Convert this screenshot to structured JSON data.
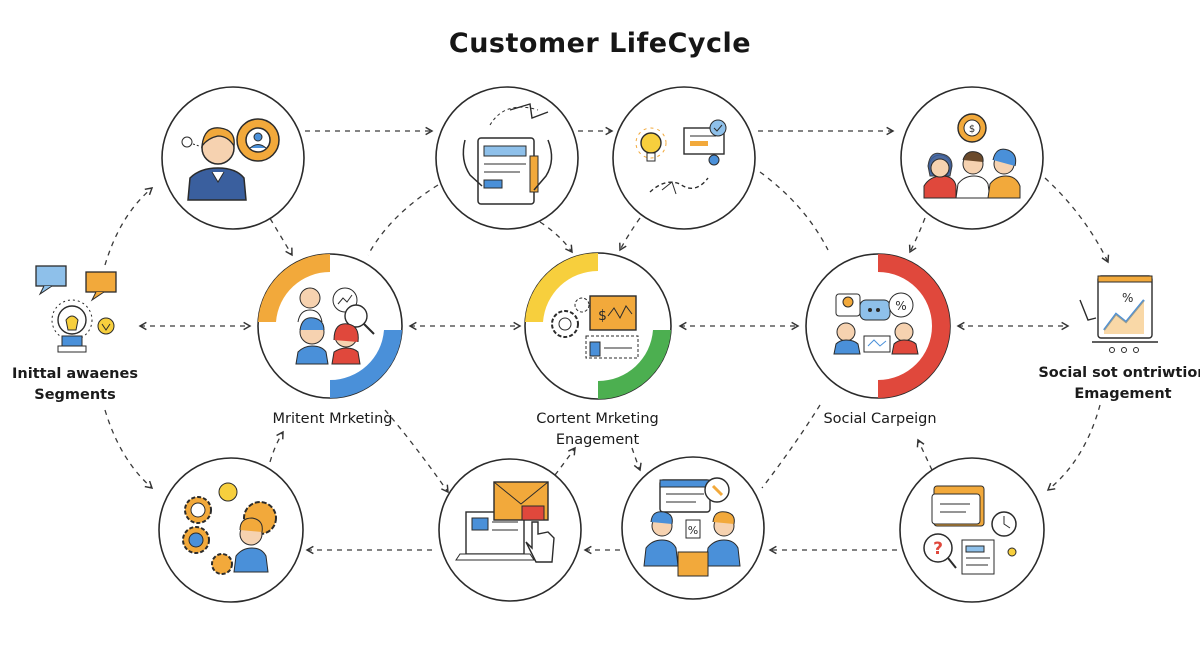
{
  "title": "Customer LifeCycle",
  "labels": {
    "initial": [
      "Inittal awaenes",
      "Segments"
    ],
    "social_right": [
      "Social sot ontriwtion",
      "Emagement"
    ],
    "center_left": [
      "Mritent Mrketing"
    ],
    "center_mid": [
      "Cortent Mrketing",
      "Enagement"
    ],
    "center_right": [
      "Social Carpeign"
    ]
  },
  "colors": {
    "stroke": "#2b2b2b",
    "orange": "#f2a93b",
    "yellow": "#f7cf3d",
    "blue": "#4a90d9",
    "green": "#4caf50",
    "red": "#e0483c",
    "skin": "#f6d2b0",
    "navy": "#3a5f9e",
    "hair": "#6b4a2b"
  },
  "icons": {
    "top_1": "user-gear-icon",
    "top_2": "document-hands-icon",
    "top_3": "idea-board-icon",
    "top_4": "team-money-icon",
    "mid_1": "marketing-team-icon",
    "mid_2": "content-gear-icon",
    "mid_3": "social-chat-icon",
    "bot_1": "people-gears-icon",
    "bot_2": "email-click-icon",
    "bot_3": "support-chat-icon",
    "bot_4": "question-documents-icon",
    "left": "idea-chat-icon",
    "right": "growth-chart-icon"
  }
}
